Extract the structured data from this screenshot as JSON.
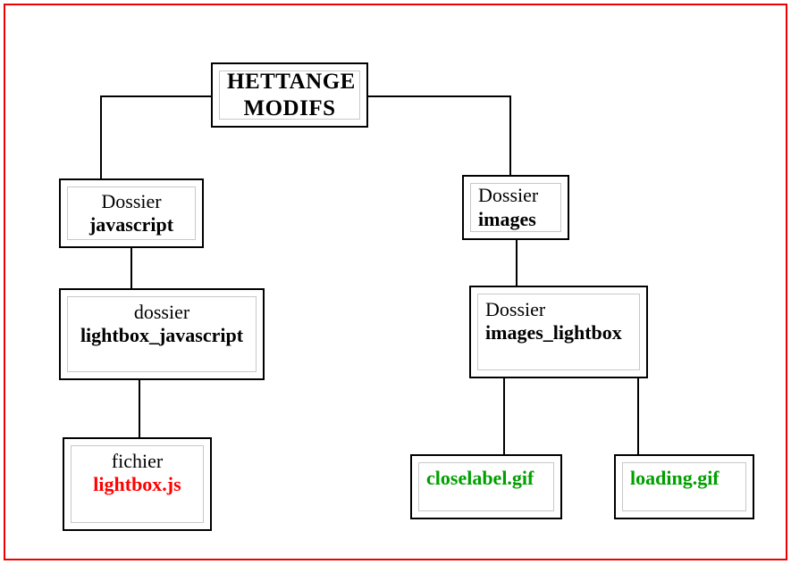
{
  "page": {
    "border_color": "#ee0000",
    "background": "#ffffff"
  },
  "palette": {
    "box_border": "#000000",
    "inner_border": "#c8c8c8",
    "connector": "#000000",
    "text_black": "#000000",
    "text_red": "#ff0000",
    "text_green": "#00a000"
  },
  "diagram": {
    "type": "tree",
    "title": "HETTANGE MODIFS",
    "nodes": [
      {
        "id": "root",
        "lines": [
          {
            "text": "HETTANGE",
            "weight": "bold",
            "color": "#000000"
          },
          {
            "text": "MODIFS",
            "weight": "bold",
            "color": "#000000"
          }
        ],
        "align": "center"
      },
      {
        "id": "javascript",
        "lines": [
          {
            "text": "Dossier",
            "weight": "normal",
            "color": "#000000"
          },
          {
            "text": "javascript",
            "weight": "bold",
            "color": "#000000"
          }
        ],
        "align": "center"
      },
      {
        "id": "lightbox_javascript",
        "lines": [
          {
            "text": "dossier",
            "weight": "normal",
            "color": "#000000"
          },
          {
            "text": "lightbox_javascript",
            "weight": "bold",
            "color": "#000000"
          }
        ],
        "align": "center"
      },
      {
        "id": "fichier_lightbox_js",
        "lines": [
          {
            "text": "fichier",
            "weight": "normal",
            "color": "#000000"
          },
          {
            "text": "lightbox.js",
            "weight": "bold",
            "color": "#ff0000"
          }
        ],
        "align": "center"
      },
      {
        "id": "images",
        "lines": [
          {
            "text": "Dossier",
            "weight": "normal",
            "color": "#000000"
          },
          {
            "text": "images",
            "weight": "bold",
            "color": "#000000"
          }
        ],
        "align": "left"
      },
      {
        "id": "images_lightbox",
        "lines": [
          {
            "text": "Dossier",
            "weight": "normal",
            "color": "#000000"
          },
          {
            "text": "images_lightbox",
            "weight": "bold",
            "color": "#000000"
          }
        ],
        "align": "left"
      },
      {
        "id": "closelabel",
        "lines": [
          {
            "text": "closelabel.gif",
            "weight": "bold",
            "color": "#00a000"
          }
        ],
        "align": "left"
      },
      {
        "id": "loading",
        "lines": [
          {
            "text": "loading.gif",
            "weight": "bold",
            "color": "#00a000"
          }
        ],
        "align": "left"
      }
    ],
    "edges": [
      {
        "from": "root",
        "to": "javascript",
        "style": "elbow-left"
      },
      {
        "from": "root",
        "to": "images",
        "style": "elbow-right"
      },
      {
        "from": "javascript",
        "to": "lightbox_javascript",
        "style": "straight"
      },
      {
        "from": "lightbox_javascript",
        "to": "fichier_lightbox_js",
        "style": "straight"
      },
      {
        "from": "images",
        "to": "images_lightbox",
        "style": "straight"
      },
      {
        "from": "images_lightbox",
        "to": "closelabel",
        "style": "straight"
      },
      {
        "from": "images_lightbox",
        "to": "loading",
        "style": "straight"
      }
    ]
  }
}
